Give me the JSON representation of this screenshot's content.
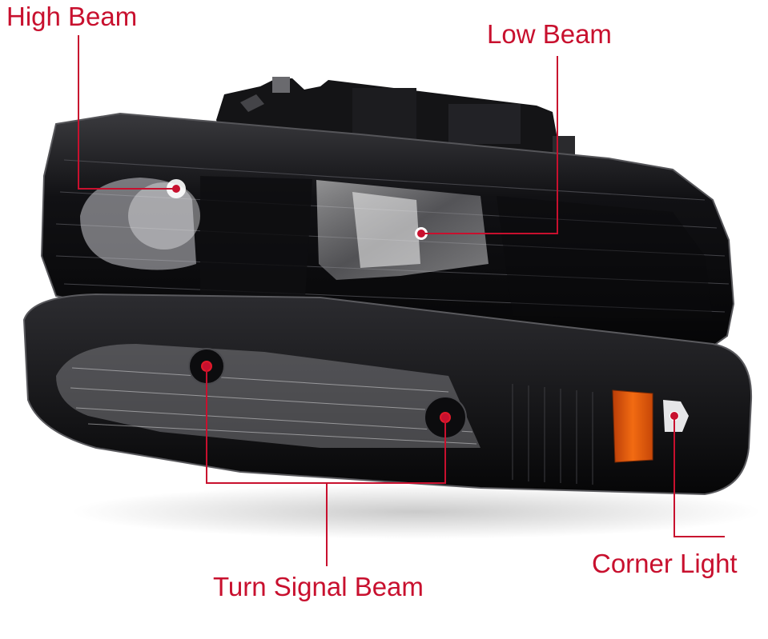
{
  "labels": {
    "high_beam": "High Beam",
    "low_beam": "Low Beam",
    "turn_signal_beam": "Turn Signal Beam",
    "corner_light": "Corner Light"
  },
  "colors": {
    "callout": "#c8102e",
    "housing": "#0c0c0e",
    "amber": "#e8590c"
  },
  "image": {
    "subject": "headlight-bumper-lamp-assembly"
  }
}
